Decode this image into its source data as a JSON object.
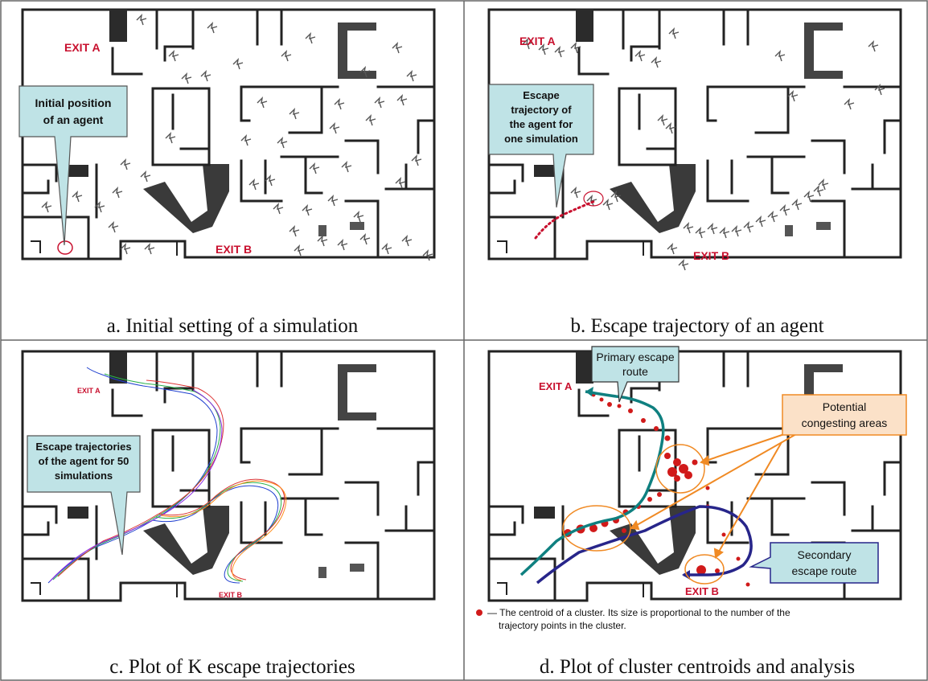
{
  "panels": [
    {
      "caption": "a. Initial setting of a simulation",
      "exit_a": "EXIT A",
      "exit_b": "EXIT B",
      "callout": [
        "Initial position",
        "of an agent"
      ]
    },
    {
      "caption": "b. Escape trajectory of an agent",
      "exit_a": "EXIT A",
      "exit_b": "EXIT B",
      "callout": [
        "Escape",
        "trajectory of",
        "the agent for",
        "one simulation"
      ]
    },
    {
      "caption": "c. Plot of K escape trajectories",
      "exit_a": "EXIT A",
      "exit_b": "EXIT B",
      "callout": [
        "Escape trajectories",
        "of the agent for 50",
        "simulations"
      ]
    },
    {
      "caption": "d. Plot of cluster centroids and analysis",
      "exit_a": "EXIT A",
      "exit_b": "EXIT B",
      "primary_route": [
        "Primary escape",
        "route"
      ],
      "congestion": [
        "Potential",
        "congesting areas"
      ],
      "secondary_route": [
        "Secondary",
        "escape route"
      ],
      "legend": [
        "— The centroid of a cluster. Its size is proportional to the number of the",
        "trajectory points in the cluster."
      ]
    }
  ],
  "colors": {
    "exit": "#c8102e",
    "callout_fill": "#bfe3e6",
    "primary_route": "#0f8080",
    "secondary_route": "#27258a",
    "congestion": "#f08a24",
    "centroid": "#d11a1a"
  }
}
